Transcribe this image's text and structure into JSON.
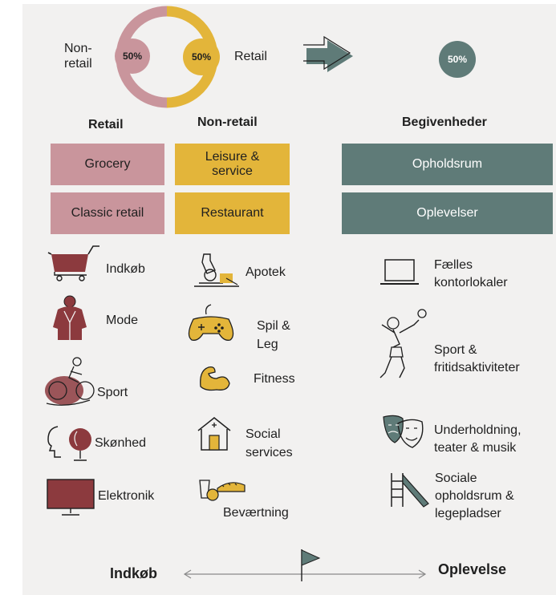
{
  "top": {
    "nonretail_label": "Non-\nretail",
    "retail_label": "Retail",
    "left_pct": "50%",
    "right_pct": "50%",
    "event_pct": "50%"
  },
  "headers": {
    "retail": "Retail",
    "nonretail": "Non-retail",
    "events": "Begivenheder"
  },
  "boxes": {
    "grocery": "Grocery",
    "classic": "Classic retail",
    "leisure": "Leisure &\nservice",
    "restaurant": "Restaurant",
    "opholdsrum": "Opholdsrum",
    "oplevelser": "Oplevelser"
  },
  "retail_items": [
    {
      "label": "Indkøb",
      "icon": "shopping-cart-icon"
    },
    {
      "label": "Mode",
      "icon": "dress-icon"
    },
    {
      "label": "Sport",
      "icon": "cyclist-icon"
    },
    {
      "label": "Skønhed",
      "icon": "beauty-face-icon"
    },
    {
      "label": "Elektronik",
      "icon": "monitor-icon"
    }
  ],
  "nonretail_items": [
    {
      "label": "Apotek",
      "icon": "microscope-icon"
    },
    {
      "label": "Spil &\nLeg",
      "icon": "gamepad-icon"
    },
    {
      "label": "Fitness",
      "icon": "flexed-arm-icon"
    },
    {
      "label": "Social\nservices",
      "icon": "house-icon"
    },
    {
      "label": "Beværtning",
      "icon": "food-drink-icon"
    }
  ],
  "event_items": [
    {
      "label": "Fælles\nkontorlokaler",
      "icon": "laptop-icon"
    },
    {
      "label": "Sport &\nfritidsaktiviteter",
      "icon": "volleyball-player-icon"
    },
    {
      "label": "Underholdning,\nteater & musik",
      "icon": "theater-masks-icon"
    },
    {
      "label": "Sociale\nopholdsrum &\nlegepladser",
      "icon": "playground-slide-icon"
    }
  ],
  "axis": {
    "left": "Indkøb",
    "right": "Oplevelse"
  },
  "colors": {
    "pink": "#c9959c",
    "yellow": "#e3b53a",
    "teal": "#5f7b78",
    "dark_red": "#8c3a3e"
  }
}
